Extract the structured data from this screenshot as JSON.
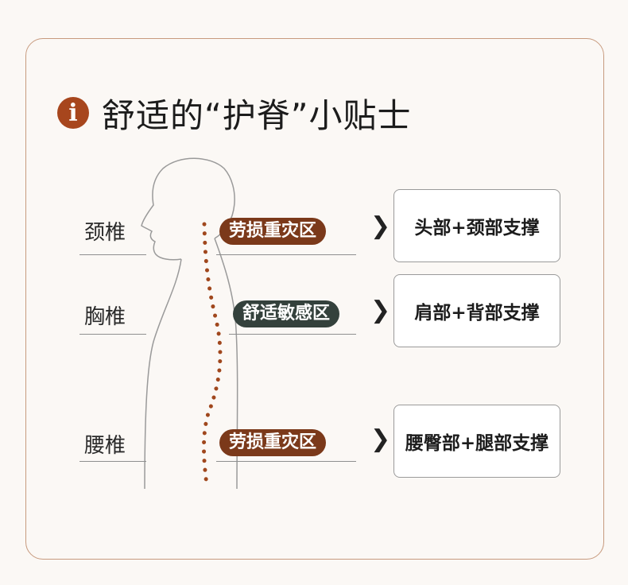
{
  "header": {
    "icon": "info-icon",
    "icon_glyph": "i",
    "title": "舒适的“护脊”小贴士"
  },
  "colors": {
    "accent_strain": "#7b391a",
    "accent_comfort": "#34413c",
    "dots": "#a0471d",
    "border": "#c79a7e"
  },
  "zones": [
    {
      "label": "颈椎",
      "tag": "劳损重灾区",
      "support": "头部+颈部支撑"
    },
    {
      "label": "胸椎",
      "tag": "舒适敏感区",
      "support": "肩部+背部支撑"
    },
    {
      "label": "腰椎",
      "tag": "劳损重灾区",
      "support": "腰臀部+腿部支撑"
    }
  ]
}
